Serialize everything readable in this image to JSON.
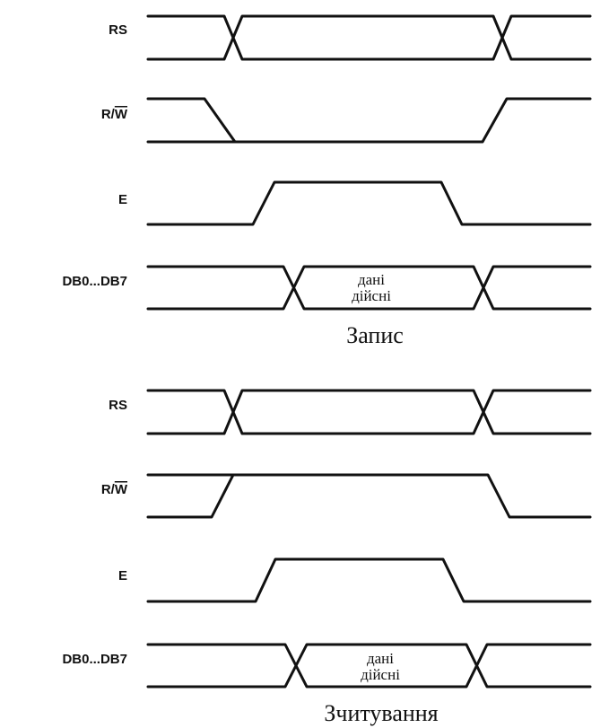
{
  "diagram": {
    "sections": [
      {
        "caption": "Запис",
        "signals": [
          {
            "label": "RS",
            "label_base": "RS",
            "label_overline": "",
            "kind": "bus"
          },
          {
            "label": "R/W̄",
            "label_base": "R/",
            "label_overline": "W",
            "kind": "high-low-high"
          },
          {
            "label": "E",
            "label_base": "E",
            "label_overline": "",
            "kind": "pulse"
          },
          {
            "label": "DB0...DB7",
            "label_base": "DB0...DB7",
            "label_overline": "",
            "kind": "data",
            "data_lines": [
              "дані",
              "дійсні"
            ]
          }
        ]
      },
      {
        "caption": "Зчитування",
        "signals": [
          {
            "label": "RS",
            "label_base": "RS",
            "label_overline": "",
            "kind": "bus"
          },
          {
            "label": "R/W̄",
            "label_base": "R/",
            "label_overline": "W",
            "kind": "low-high-low"
          },
          {
            "label": "E",
            "label_base": "E",
            "label_overline": "",
            "kind": "pulse"
          },
          {
            "label": "DB0...DB7",
            "label_base": "DB0...DB7",
            "label_overline": "",
            "kind": "data",
            "data_lines": [
              "дані",
              "дійсні"
            ]
          }
        ]
      }
    ],
    "colors": {
      "stroke": "#111111",
      "background": "#ffffff"
    }
  }
}
